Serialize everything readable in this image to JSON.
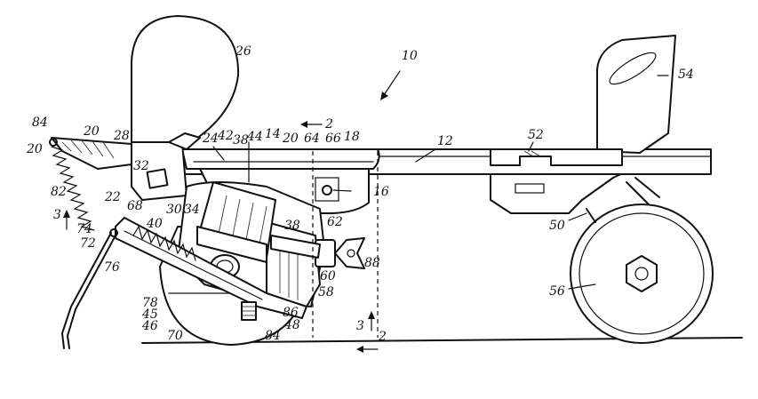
{
  "figure": {
    "reference_numerals": [
      {
        "id": "r10",
        "text": "10"
      },
      {
        "id": "r26",
        "text": "26"
      },
      {
        "id": "r54",
        "text": "54"
      },
      {
        "id": "r84a",
        "text": "84"
      },
      {
        "id": "r20a",
        "text": "20"
      },
      {
        "id": "r20b",
        "text": "20"
      },
      {
        "id": "r28",
        "text": "28"
      },
      {
        "id": "r2a",
        "text": "2"
      },
      {
        "id": "r24",
        "text": "24"
      },
      {
        "id": "r42",
        "text": "42"
      },
      {
        "id": "r38a",
        "text": "38"
      },
      {
        "id": "r44",
        "text": "44"
      },
      {
        "id": "r14",
        "text": "14"
      },
      {
        "id": "r20c",
        "text": "20"
      },
      {
        "id": "r64",
        "text": "64"
      },
      {
        "id": "r66",
        "text": "66"
      },
      {
        "id": "r18",
        "text": "18"
      },
      {
        "id": "r12",
        "text": "12"
      },
      {
        "id": "r52",
        "text": "52"
      },
      {
        "id": "r32",
        "text": "32"
      },
      {
        "id": "r16",
        "text": "16"
      },
      {
        "id": "r82",
        "text": "82"
      },
      {
        "id": "r22",
        "text": "22"
      },
      {
        "id": "r30",
        "text": "30"
      },
      {
        "id": "r34",
        "text": "34"
      },
      {
        "id": "r68",
        "text": "68"
      },
      {
        "id": "r40",
        "text": "40"
      },
      {
        "id": "r38b",
        "text": "38"
      },
      {
        "id": "r62",
        "text": "62"
      },
      {
        "id": "r50",
        "text": "50"
      },
      {
        "id": "r3a",
        "text": "3"
      },
      {
        "id": "r74",
        "text": "74"
      },
      {
        "id": "r72",
        "text": "72"
      },
      {
        "id": "r76",
        "text": "76"
      },
      {
        "id": "r88",
        "text": "88"
      },
      {
        "id": "r60",
        "text": "60"
      },
      {
        "id": "r58",
        "text": "58"
      },
      {
        "id": "r56",
        "text": "56"
      },
      {
        "id": "r78",
        "text": "78"
      },
      {
        "id": "r45",
        "text": "45"
      },
      {
        "id": "r46",
        "text": "46"
      },
      {
        "id": "r70",
        "text": "70"
      },
      {
        "id": "r86",
        "text": "86"
      },
      {
        "id": "r48",
        "text": "48"
      },
      {
        "id": "r84b",
        "text": "84"
      },
      {
        "id": "r3b",
        "text": "3"
      },
      {
        "id": "r2b",
        "text": "2"
      }
    ]
  }
}
